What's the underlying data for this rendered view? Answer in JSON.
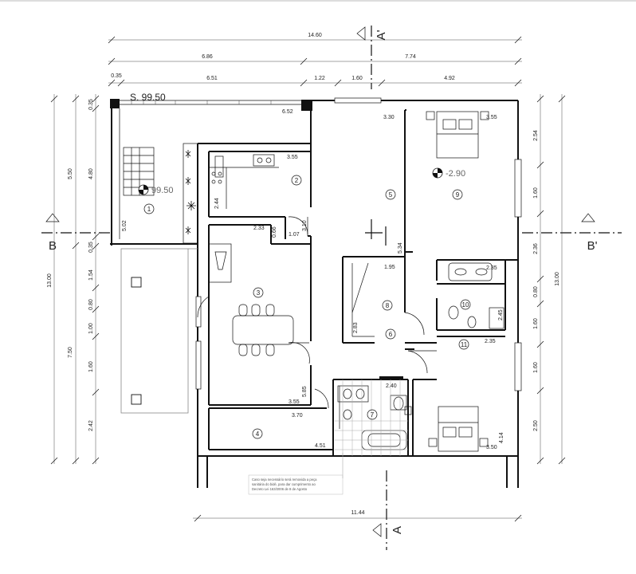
{
  "elevations": {
    "upper_level": "S. 99.50",
    "terrace": "99.50",
    "bedroom": "-2.90"
  },
  "section_marks": {
    "top": "A'",
    "bottom": "A",
    "left": "B",
    "right": "B'"
  },
  "top_dims": {
    "overall": "14.60",
    "left_part": "6.86",
    "right_part": "7.74",
    "r1": "0.35",
    "r2": "6.51",
    "r3": "1.22",
    "r4": "1.60",
    "r5": "4.92"
  },
  "bottom_dims": {
    "overall": "11.44"
  },
  "left_dims": {
    "overall": "13.00",
    "upper": "5.50",
    "lower": "7.50",
    "c1": "0.35",
    "c2": "4.80",
    "c3": "0.35",
    "c4": "1.54",
    "c5": "0.80",
    "c6": "1.00",
    "c7": "1.60",
    "c8": "2.42"
  },
  "right_dims": {
    "overall": "13.00",
    "c1": "2.54",
    "c2": "1.60",
    "c3": "2.36",
    "c4": "0.80",
    "c5": "1.60",
    "c6": "1.60",
    "c7": "2.50"
  },
  "room_dims": {
    "d652": "6.52",
    "d330": "3.30",
    "d355a": "3.55",
    "d355b": "3.55",
    "d502": "5.02",
    "d244": "2.44",
    "d233": "2.33",
    "d066": "0.66",
    "d107": "1.07",
    "d310": "3.10",
    "d534": "5.34",
    "d195": "1.95",
    "d235a": "2.35",
    "d283": "2.83",
    "d245": "2.45",
    "d235b": "2.35",
    "d585": "5.85",
    "d355c": "3.55",
    "d370": "3.70",
    "d240": "2.40",
    "d451": "4.51",
    "d414": "4.14",
    "d350": "3.50"
  },
  "rooms": [
    "1",
    "2",
    "3",
    "4",
    "5",
    "6",
    "7",
    "8",
    "9",
    "10",
    "11"
  ],
  "note": {
    "l1": "Caso seja necessário será removida a peça",
    "l2": "sanitária do bidé, para dar cumprimento ao",
    "l3": "Decreto Lei 163/2006 de 8 de Agosto"
  }
}
